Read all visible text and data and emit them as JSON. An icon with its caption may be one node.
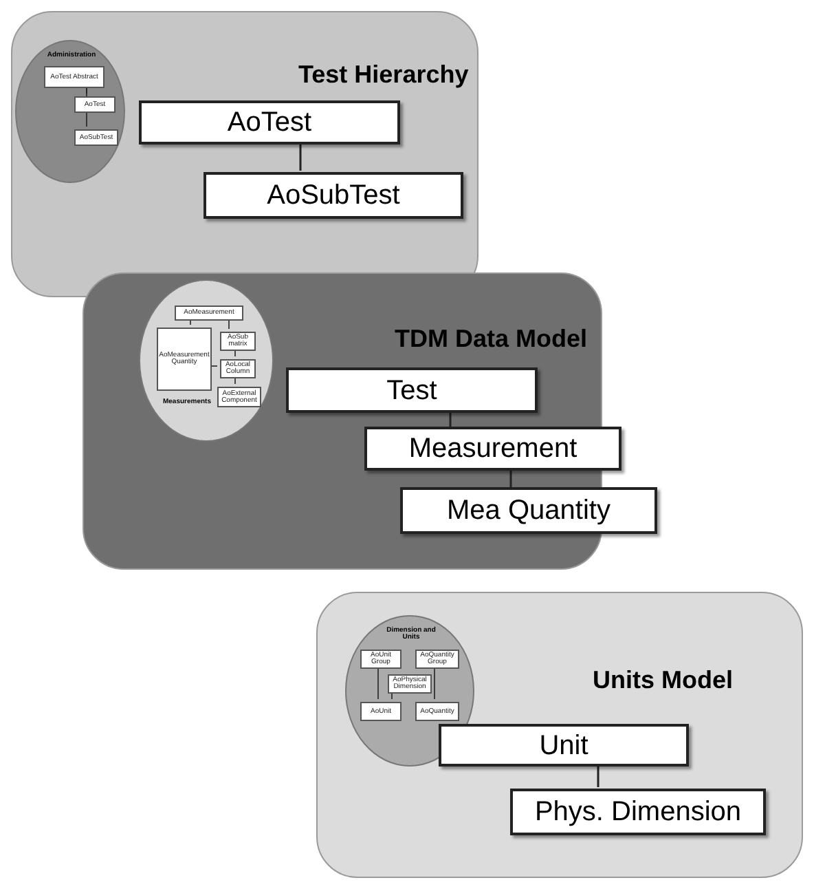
{
  "diagram": {
    "nodes": [
      {
        "text": [
          "Test Hierarchy"
        ]
      },
      {
        "text": [
          "Administration"
        ],
        "in": 0
      },
      {
        "text": [
          "AoTest Abstract"
        ],
        "in": 1
      },
      {
        "text": [
          "AoTest"
        ],
        "in": 1
      },
      {
        "text": [
          "AoSubTest"
        ],
        "in": 1
      },
      {
        "text": [
          "AoTest"
        ],
        "in": 0
      },
      {
        "text": [
          "AoSubTest"
        ],
        "in": 0
      },
      {
        "text": [
          "TDM Data Model"
        ]
      },
      {
        "text": [
          "Measurements"
        ],
        "in": 7
      },
      {
        "text": [
          "AoMeasurement"
        ],
        "in": 8
      },
      {
        "text": [
          "AoMeasurement Quantity"
        ],
        "in": 8
      },
      {
        "text": [
          "AoSub matrix"
        ],
        "in": 8
      },
      {
        "text": [
          "AoLocal Column"
        ],
        "in": 8
      },
      {
        "text": [
          "AoExternal Component"
        ],
        "in": 8
      },
      {
        "text": [
          "Test"
        ],
        "in": 7
      },
      {
        "text": [
          "Measurement"
        ]
      },
      {
        "text": [
          "Mea Quantity"
        ]
      },
      {
        "text": [
          "Units Model"
        ]
      },
      {
        "text": [
          "Dimension and Units"
        ],
        "in": 17
      },
      {
        "text": [
          "AoUnit Group"
        ],
        "in": 18
      },
      {
        "text": [
          "AoQuantity Group"
        ],
        "in": 18
      },
      {
        "text": [
          "AoPhysical Dimension"
        ],
        "in": 18
      },
      {
        "text": [
          "AoUnit"
        ],
        "in": 18
      },
      {
        "text": [
          "AoQuantity"
        ],
        "in": 18
      },
      {
        "text": [
          "Unit"
        ],
        "in": 17
      },
      {
        "text": [
          "Phys. Dimension"
        ],
        "in": 17
      }
    ],
    "edges": [
      {
        "from": 2,
        "to": 3,
        "arrow": "none"
      },
      {
        "from": 2,
        "to": 4,
        "arrow": "none"
      },
      {
        "from": 5,
        "to": 6,
        "arrow": "none"
      },
      {
        "from": 9,
        "to": 10,
        "arrow": "none"
      },
      {
        "from": 9,
        "to": 11,
        "arrow": "none"
      },
      {
        "from": 11,
        "to": 12,
        "arrow": "none"
      },
      {
        "from": 12,
        "to": 13,
        "arrow": "none"
      },
      {
        "from": 10,
        "to": 12,
        "arrow": "none"
      },
      {
        "from": 14,
        "to": 15,
        "arrow": "none"
      },
      {
        "from": 15,
        "to": 16,
        "arrow": "none"
      },
      {
        "from": 19,
        "to": 22,
        "arrow": "none"
      },
      {
        "from": 20,
        "to": 23,
        "arrow": "none"
      },
      {
        "from": 21,
        "to": 22,
        "arrow": "none"
      },
      {
        "from": 24,
        "to": 25,
        "arrow": "none"
      }
    ]
  }
}
